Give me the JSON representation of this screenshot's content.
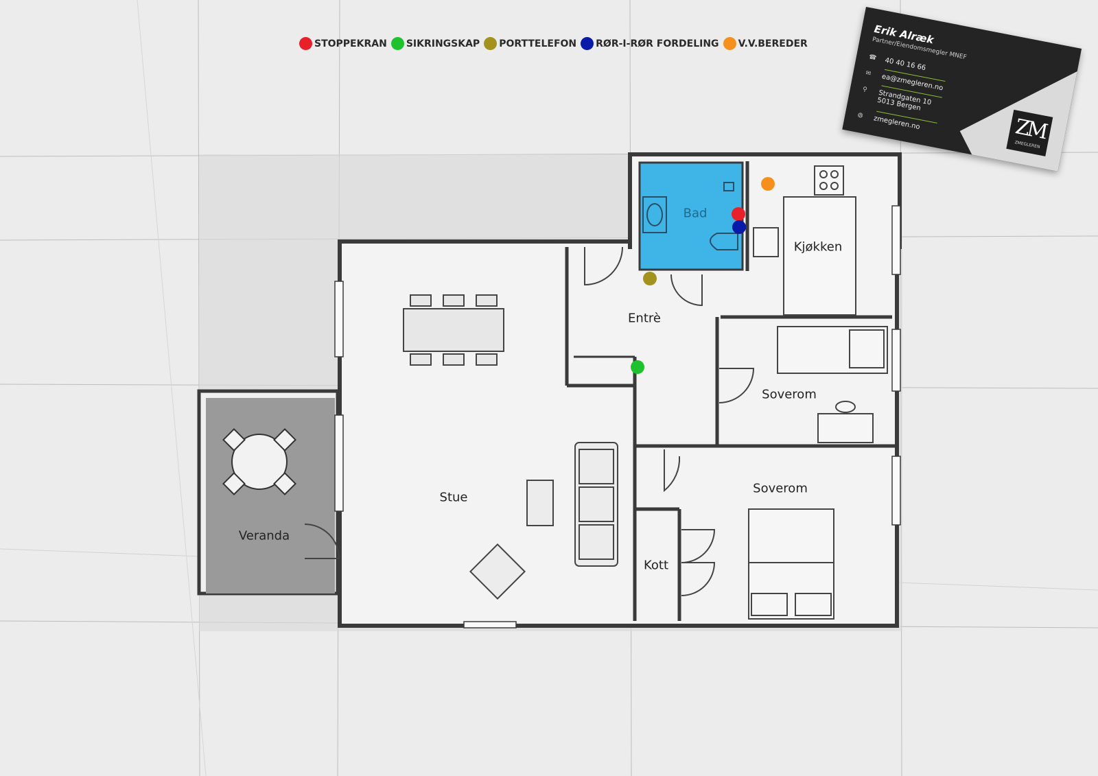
{
  "legend": [
    {
      "label": "STOPPEKRAN",
      "color": "#e8202a"
    },
    {
      "label": "SIKRINGSKAP",
      "color": "#1ec22e"
    },
    {
      "label": "PORTTELEFON",
      "color": "#a3921e"
    },
    {
      "label": "RØR-I-RØR FORDELING",
      "color": "#0a1aa8"
    },
    {
      "label": "V.V.BEREDER",
      "color": "#f5901d"
    }
  ],
  "rooms": {
    "bad": "Bad",
    "kjokken": "Kjøkken",
    "entre": "Entrè",
    "soverom1": "Soverom",
    "soverom2": "Soverom",
    "stue": "Stue",
    "veranda": "Veranda",
    "kott": "Kott"
  },
  "colors": {
    "bath_fill": "#3fb4e6",
    "veranda_fill": "#9a9a9a",
    "wall": "#3a3a3a",
    "card_dark": "#242424",
    "card_accent": "#8cbf2e"
  },
  "card": {
    "name": "Erik Alræk",
    "role": "Partner/Eiendomsmegler MNEF",
    "phone": "40 40 16 66",
    "email": "ea@zmegleren.no",
    "address_line1": "Strandgaten 10",
    "address_line2": "5013 Bergen",
    "web": "zmegleren.no",
    "logo_mark": "ZM",
    "logo_text": "ZMEGLEREN"
  }
}
